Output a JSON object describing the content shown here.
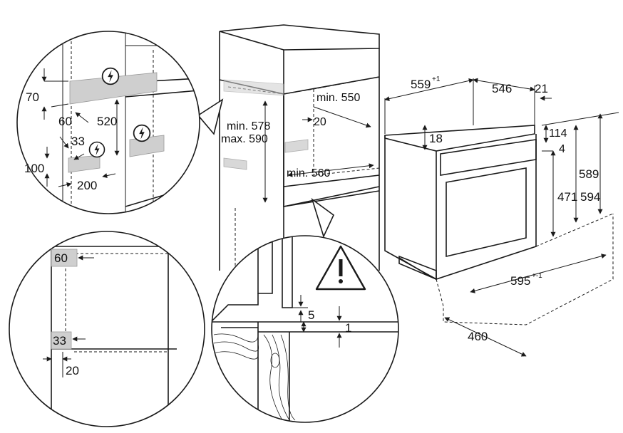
{
  "overview": {
    "cabinet_labels": {
      "min_578": "min. 578",
      "max_590": "max. 590",
      "min_550": "min. 550",
      "gap_20": "20",
      "min_560": "min. 560"
    }
  },
  "oven": {
    "dim_559": "559",
    "dim_559_tol": "+1",
    "dim_546": "546",
    "dim_21": "21",
    "dim_18": "18",
    "dim_114": "114",
    "dim_4": "4",
    "dim_471": "471",
    "dim_589": "589",
    "dim_594": "594",
    "dim_595": "595",
    "dim_595_tol": "+-1",
    "dim_460": "460"
  },
  "detail_top_left": {
    "dim_70": "70",
    "dim_60": "60",
    "dim_520": "520",
    "dim_33": "33",
    "dim_100": "100",
    "dim_200": "200"
  },
  "detail_bottom_left": {
    "dim_60": "60",
    "dim_33": "33",
    "dim_20": "20"
  },
  "detail_bottom_center": {
    "dim_5": "5",
    "dim_1": "1"
  },
  "icons": {
    "electric": "lightning-icon",
    "warning": "warning-icon"
  },
  "colors": {
    "line": "#1a1a1a",
    "zone_fill": "#cfcfcf"
  }
}
